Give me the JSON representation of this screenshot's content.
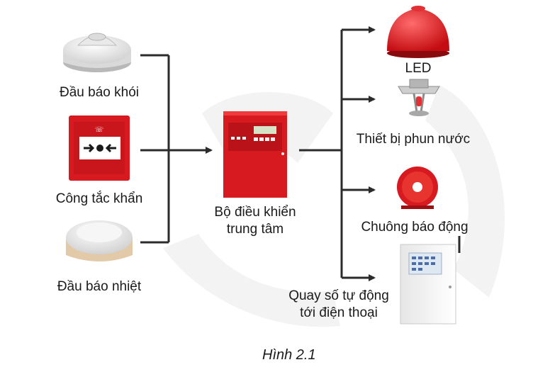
{
  "inputs": {
    "smoke": "Đầu báo khói",
    "switch": "Công tắc khẩn",
    "heat": "Đầu báo nhiệt"
  },
  "controller": {
    "line1": "Bộ điều khiển",
    "line2": "trung tâm"
  },
  "outputs": {
    "led": "LED",
    "sprinkler": "Thiết bị phun nước",
    "bell": "Chuông báo động",
    "dialer_line1": "Quay số tự động",
    "dialer_line2": "tới điện thoại"
  },
  "caption": "Hình 2.1",
  "colors": {
    "accent": "#d71920",
    "line": "#2b2b2b",
    "watermark": "#f1f1f1"
  }
}
